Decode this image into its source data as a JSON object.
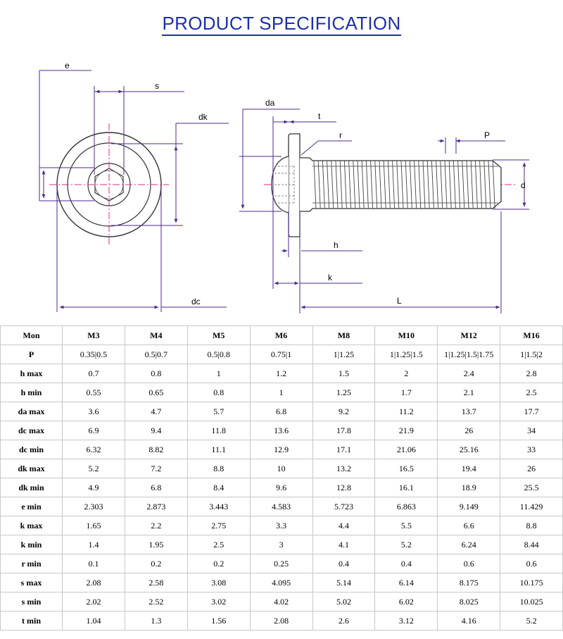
{
  "title": "PRODUCT SPECIFICATION",
  "drawing": {
    "labels": {
      "e": "e",
      "s": "s",
      "dk": "dk",
      "dc": "dc",
      "da": "da",
      "t": "t",
      "r": "r",
      "P": "P",
      "d": "d",
      "h": "h",
      "k": "k",
      "L": "L"
    }
  },
  "table": {
    "corner": "Mon",
    "columns": [
      "M3",
      "M4",
      "M5",
      "M6",
      "M8",
      "M10",
      "M12",
      "M16"
    ],
    "rows": [
      {
        "label": "P",
        "values": [
          "0.35|0.5",
          "0.5|0.7",
          "0.5|0.8",
          "0.75|1",
          "1|1.25",
          "1|1.25|1.5",
          "1|1.25|1.5|1.75",
          "1|1.5|2"
        ]
      },
      {
        "label": "h max",
        "values": [
          "0.7",
          "0.8",
          "1",
          "1.2",
          "1.5",
          "2",
          "2.4",
          "2.8"
        ]
      },
      {
        "label": "h min",
        "values": [
          "0.55",
          "0.65",
          "0.8",
          "1",
          "1.25",
          "1.7",
          "2.1",
          "2.5"
        ]
      },
      {
        "label": "da max",
        "values": [
          "3.6",
          "4.7",
          "5.7",
          "6.8",
          "9.2",
          "11.2",
          "13.7",
          "17.7"
        ]
      },
      {
        "label": "dc max",
        "values": [
          "6.9",
          "9.4",
          "11.8",
          "13.6",
          "17.8",
          "21.9",
          "26",
          "34"
        ]
      },
      {
        "label": "dc min",
        "values": [
          "6.32",
          "8.82",
          "11.1",
          "12.9",
          "17.1",
          "21.06",
          "25.16",
          "33"
        ]
      },
      {
        "label": "dk max",
        "values": [
          "5.2",
          "7.2",
          "8.8",
          "10",
          "13.2",
          "16.5",
          "19.4",
          "26"
        ]
      },
      {
        "label": "dk min",
        "values": [
          "4.9",
          "6.8",
          "8.4",
          "9.6",
          "12.8",
          "16.1",
          "18.9",
          "25.5"
        ]
      },
      {
        "label": "e min",
        "values": [
          "2.303",
          "2.873",
          "3.443",
          "4.583",
          "5.723",
          "6.863",
          "9.149",
          "11.429"
        ]
      },
      {
        "label": "k max",
        "values": [
          "1.65",
          "2.2",
          "2.75",
          "3.3",
          "4.4",
          "5.5",
          "6.6",
          "8.8"
        ]
      },
      {
        "label": "k min",
        "values": [
          "1.4",
          "1.95",
          "2.5",
          "3",
          "4.1",
          "5.2",
          "6.24",
          "8.44"
        ]
      },
      {
        "label": "r min",
        "values": [
          "0.1",
          "0.2",
          "0.2",
          "0.25",
          "0.4",
          "0.4",
          "0.6",
          "0.6"
        ]
      },
      {
        "label": "s max",
        "values": [
          "2.08",
          "2.58",
          "3.08",
          "4.095",
          "5.14",
          "6.14",
          "8.175",
          "10.175"
        ]
      },
      {
        "label": "s min",
        "values": [
          "2.02",
          "2.52",
          "3.02",
          "4.02",
          "5.02",
          "6.02",
          "8.025",
          "10.025"
        ]
      },
      {
        "label": "t min",
        "values": [
          "1.04",
          "1.3",
          "1.56",
          "2.08",
          "2.6",
          "3.12",
          "4.16",
          "5.2"
        ]
      }
    ]
  },
  "colors": {
    "title": "#1d2fb0",
    "dimension_line": "#4d2a8c",
    "center_line": "#e0288f",
    "outline": "#333333"
  }
}
